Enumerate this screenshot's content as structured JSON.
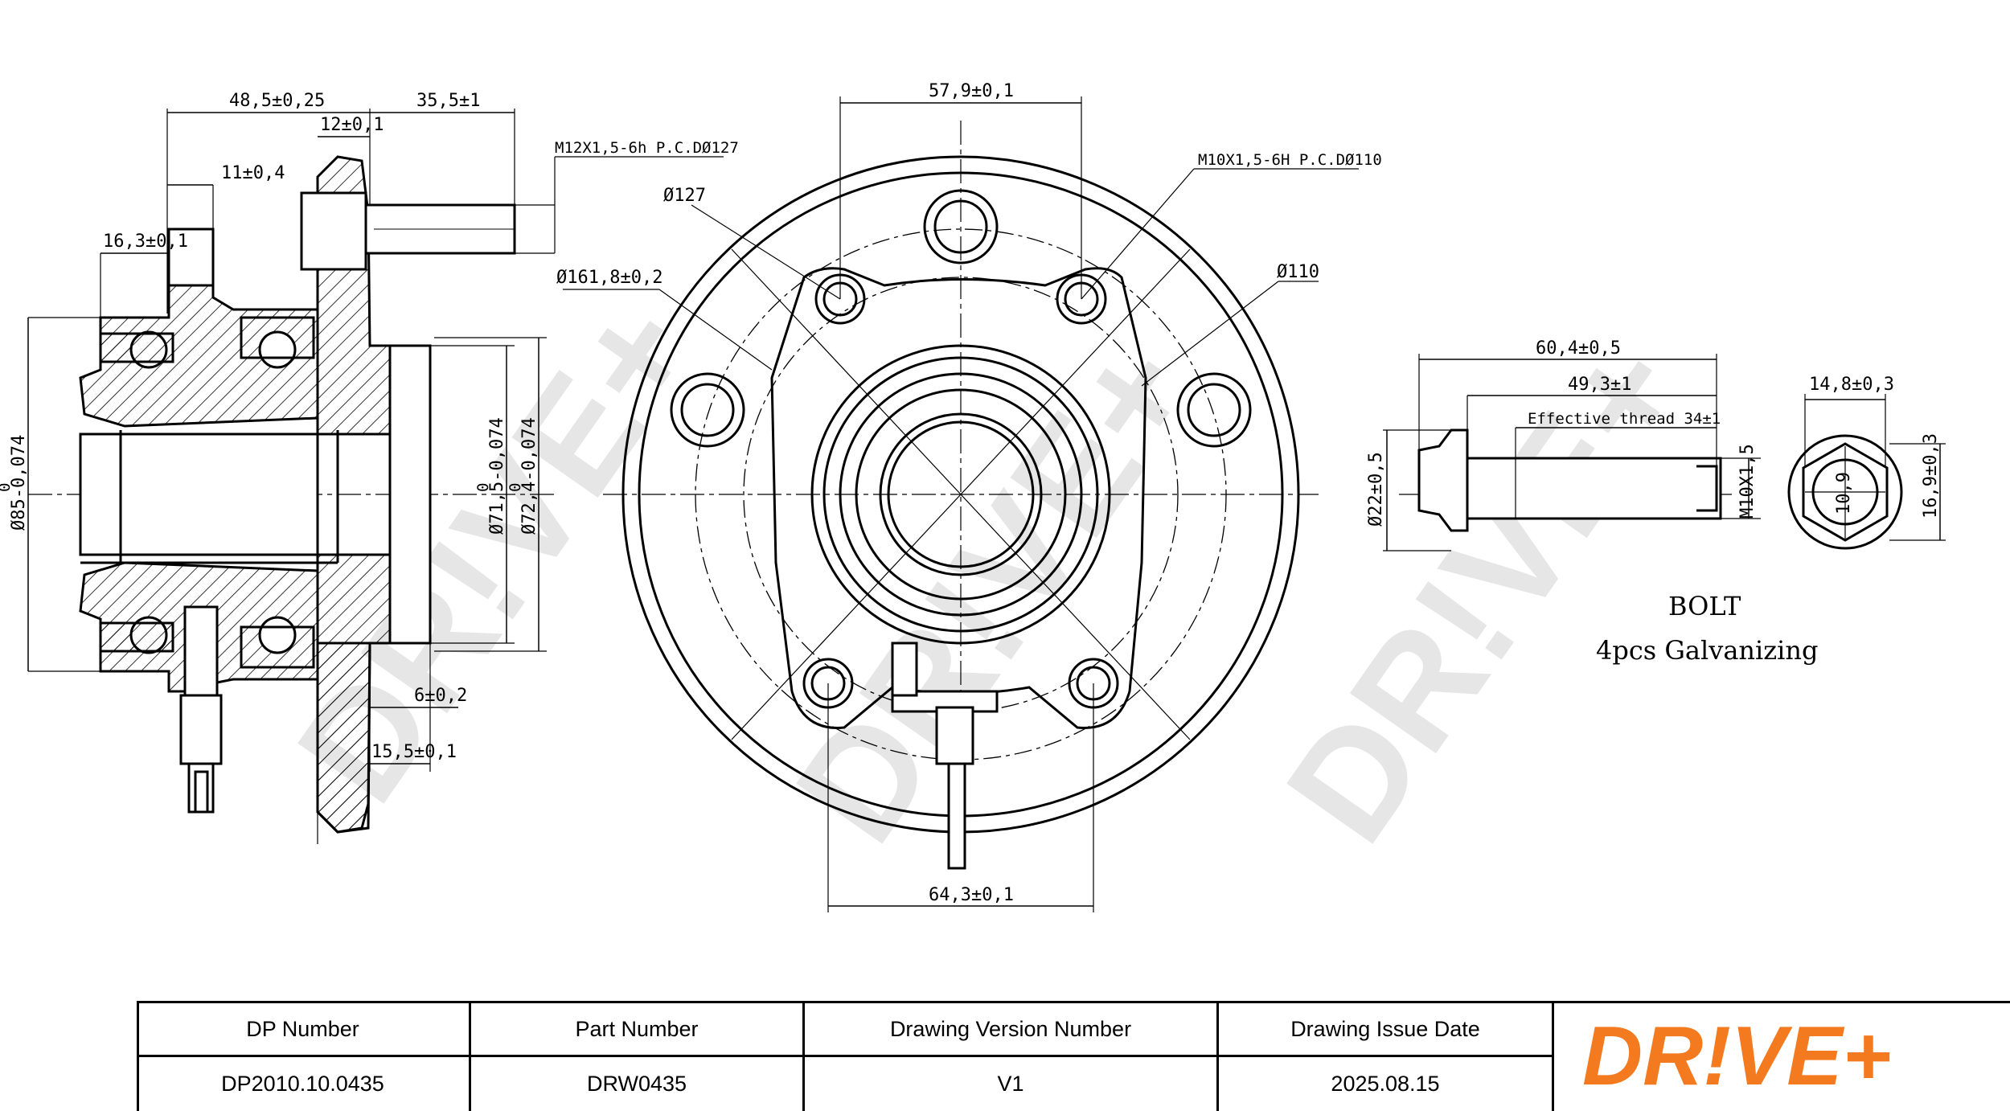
{
  "watermark": "DR!VE+",
  "side_view": {
    "dims": {
      "d48": "48,5±0,25",
      "d35": "35,5±1",
      "d12": "12±0,1",
      "d11": "11±0,4",
      "d16": "16,3±0,1",
      "d85": "Ø85-0,074",
      "d85_upper": "0",
      "d71": "Ø71,5-0,074",
      "d71_upper": "0",
      "d72": "Ø72,4-0,074",
      "d72_upper": "0",
      "d6": "6±0,2",
      "d15": "15,5±0,1"
    },
    "stud_spec": "M12X1,5-6h P.C.DØ127"
  },
  "front_view": {
    "dims": {
      "d57": "57,9±0,1",
      "d64": "64,3±0,1",
      "d127": "Ø127",
      "d161": "Ø161,8±0,2",
      "d110": "Ø110"
    },
    "thread_spec": "M10X1,5-6H P.C.DØ110"
  },
  "bolt_view": {
    "dims": {
      "d60": "60,4±0,5",
      "d49": "49,3±1",
      "thread": "Effective thread 34±1",
      "d22": "Ø22±0,5",
      "m10": "M10X1,5",
      "d14": "14,8±0,3",
      "d16": "16,9±0,3",
      "hex": "10,9"
    },
    "title": "BOLT",
    "note": "4pcs  Galvanizing"
  },
  "title_block": {
    "headers": [
      "DP Number",
      "Part Number",
      "Drawing Version Number",
      "Drawing Issue Date"
    ],
    "values": [
      "DP2010.10.0435",
      "DRW0435",
      "V1",
      "2025.08.15"
    ],
    "logo_text": "DR!VE+",
    "logo_color": "#f47a20"
  }
}
